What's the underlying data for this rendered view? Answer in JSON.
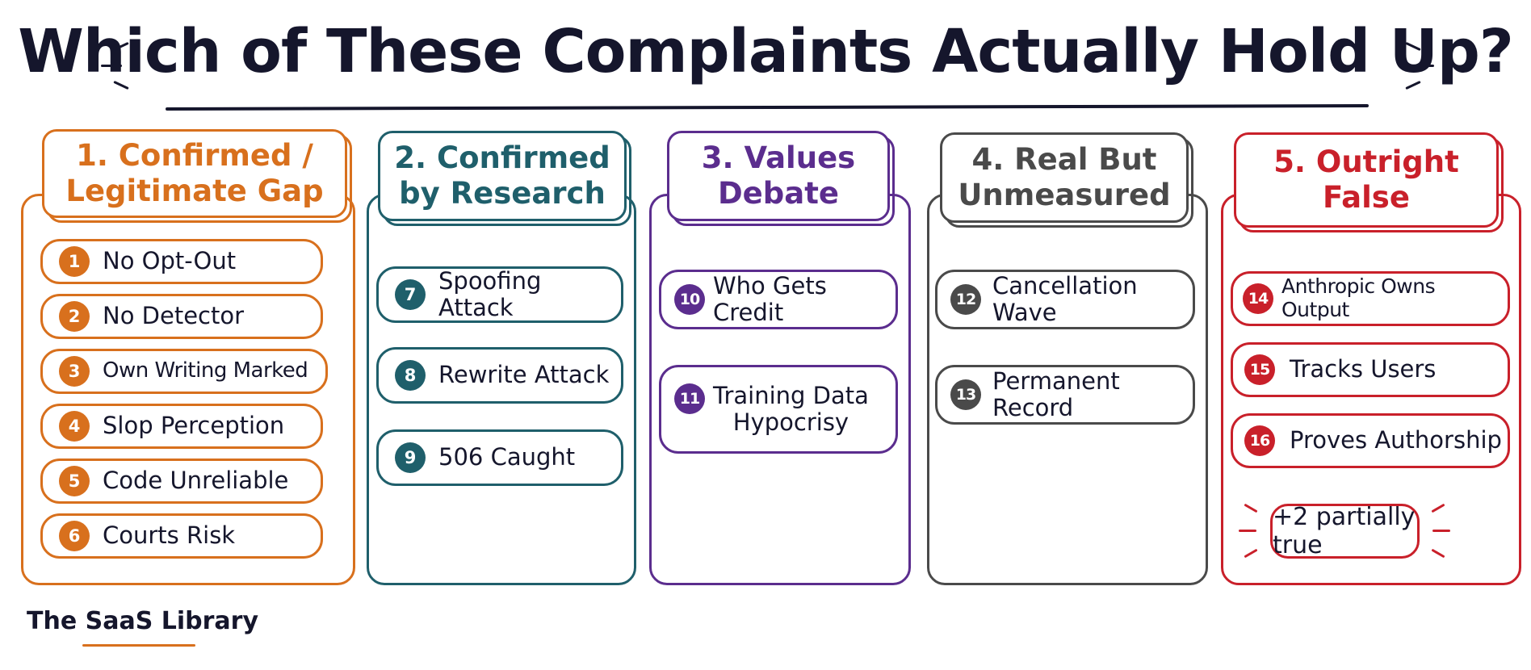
{
  "title": "Which of These Complaints Actually Hold Up?",
  "brand": "The SaaS Library",
  "columns": [
    {
      "header": "1. Confirmed /\nLegitimate Gap",
      "color": "#d8701d",
      "items": [
        {
          "num": "1",
          "label": "No Opt-Out"
        },
        {
          "num": "2",
          "label": "No Detector"
        },
        {
          "num": "3",
          "label": "Own Writing Marked"
        },
        {
          "num": "4",
          "label": "Slop Perception"
        },
        {
          "num": "5",
          "label": "Code Unreliable"
        },
        {
          "num": "6",
          "label": "Courts Risk"
        }
      ]
    },
    {
      "header": "2. Confirmed\nby Research",
      "color": "#1f5f6b",
      "items": [
        {
          "num": "7",
          "label": "Spoofing Attack"
        },
        {
          "num": "8",
          "label": "Rewrite Attack"
        },
        {
          "num": "9",
          "label": "506 Caught"
        }
      ]
    },
    {
      "header": "3. Values\nDebate",
      "color": "#5b2d8e",
      "items": [
        {
          "num": "10",
          "label": "Who Gets Credit"
        },
        {
          "num": "11",
          "label": "Training Data\nHypocrisy"
        }
      ]
    },
    {
      "header": "4. Real But\nUnmeasured",
      "color": "#4a4a4a",
      "items": [
        {
          "num": "12",
          "label": "Cancellation Wave"
        },
        {
          "num": "13",
          "label": "Permanent Record"
        }
      ]
    },
    {
      "header": "5. Outright\nFalse",
      "color": "#c9202a",
      "items": [
        {
          "num": "14",
          "label": "Anthropic Owns Output"
        },
        {
          "num": "15",
          "label": "Tracks Users"
        },
        {
          "num": "16",
          "label": "Proves Authorship"
        }
      ],
      "note": "+2 partially true"
    }
  ]
}
